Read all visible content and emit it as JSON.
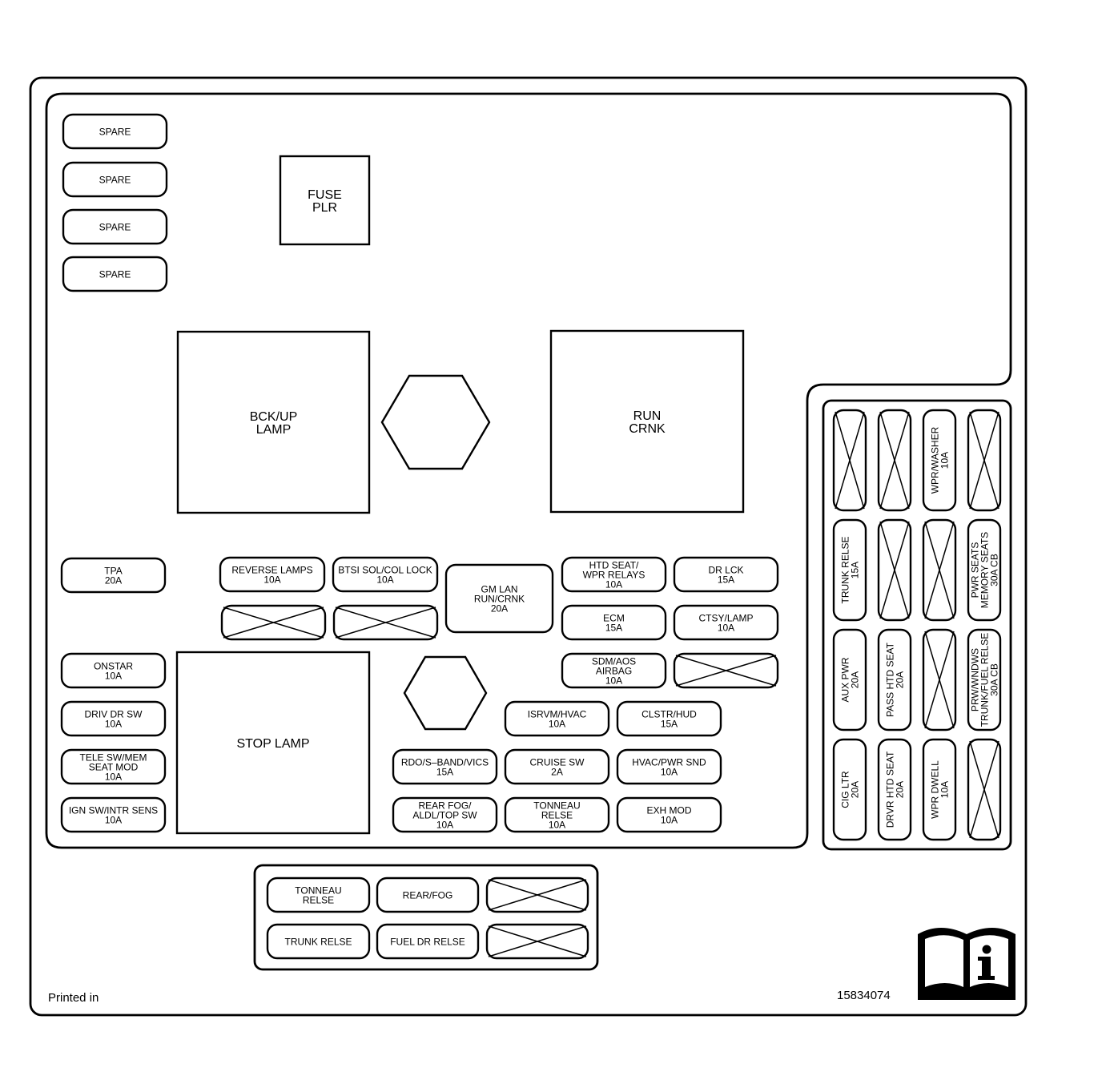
{
  "footer": {
    "printed_in": "Printed in",
    "part_number": "15834074"
  },
  "relays": {
    "fuse_plr": [
      "FUSE",
      "PLR"
    ],
    "bck_up_lamp": [
      "BCK/UP",
      "LAMP"
    ],
    "run_crnk": [
      "RUN",
      "CRNK"
    ],
    "stop_lamp": [
      "STOP LAMP"
    ]
  },
  "spares": [
    [
      "SPARE"
    ],
    [
      "SPARE"
    ],
    [
      "SPARE"
    ],
    [
      "SPARE"
    ]
  ],
  "fuses_left": [
    [
      "TPA",
      "20A"
    ],
    [
      "ONSTAR",
      "10A"
    ],
    [
      "DRIV DR SW",
      "10A"
    ],
    [
      "TELE SW/MEM",
      "SEAT MOD",
      "10A"
    ],
    [
      "IGN SW/INTR SENS",
      "10A"
    ]
  ],
  "fuses_center": [
    [
      "REVERSE LAMPS",
      "10A"
    ],
    [
      "BTSI SOL/COL LOCK",
      "10A"
    ],
    [
      "GM LAN",
      "RUN/CRNK",
      "20A"
    ],
    [
      "HTD SEAT/",
      "WPR RELAYS",
      "10A"
    ],
    [
      "DR LCK",
      "15A"
    ],
    [
      "ECM",
      "15A"
    ],
    [
      "CTSY/LAMP",
      "10A"
    ],
    [
      "SDM/AOS",
      "AIRBAG",
      "10A"
    ],
    [
      "ISRVM/HVAC",
      "10A"
    ],
    [
      "CLSTR/HUD",
      "15A"
    ],
    [
      "RDO/S–BAND/VICS",
      "15A"
    ],
    [
      "CRUISE SW",
      "2A"
    ],
    [
      "HVAC/PWR SND",
      "10A"
    ],
    [
      "REAR FOG/",
      "ALDL/TOP SW",
      "10A"
    ],
    [
      "TONNEAU",
      "RELSE",
      "10A"
    ],
    [
      "EXH MOD",
      "10A"
    ]
  ],
  "fuses_right": [
    [
      "WPR/WASHER",
      "10A"
    ],
    [
      "TRUNK RELSE",
      "15A"
    ],
    [
      "PWR SEATS",
      "MEMORY SEATS",
      "30A CB"
    ],
    [
      "AUX PWR",
      "20A"
    ],
    [
      "PASS HTD SEAT",
      "20A"
    ],
    [
      "PRW/WNDWS",
      "TRUNK/FUEL RELSE",
      "30A CB"
    ],
    [
      "CIG LTR",
      "20A"
    ],
    [
      "DRVR HTD SEAT",
      "20A"
    ],
    [
      "WPR DWELL",
      "10A"
    ]
  ],
  "relay_panel": [
    [
      "TONNEAU",
      "RELSE"
    ],
    [
      "REAR/FOG"
    ],
    [
      "TRUNK RELSE"
    ],
    [
      "FUEL DR RELSE"
    ]
  ],
  "icons": {
    "manual": "owner-manual-info-icon"
  }
}
